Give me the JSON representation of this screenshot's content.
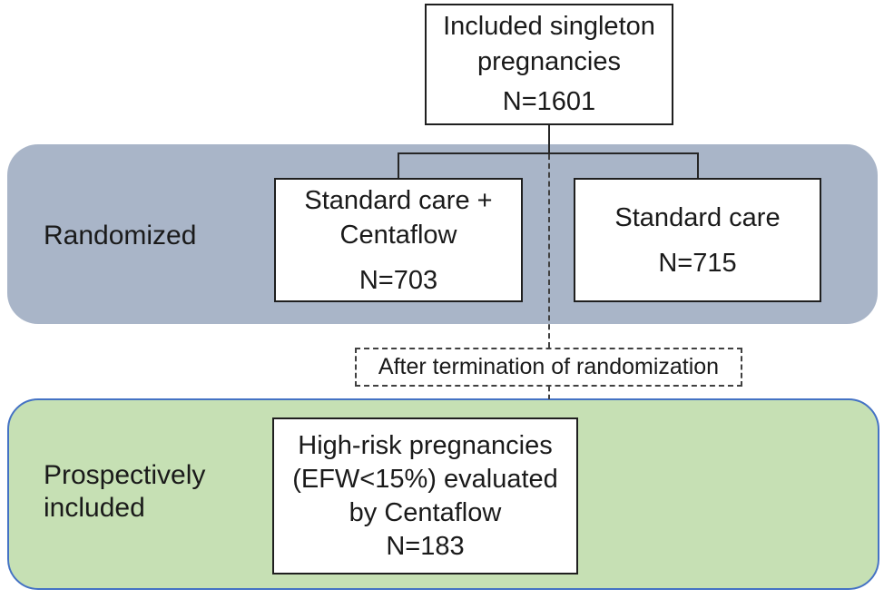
{
  "figure": {
    "included_box": {
      "title": "Included singleton pregnancies",
      "n": "N=1601"
    },
    "connector_note": {
      "label": "After termination of randomization"
    },
    "randomized_section": {
      "label": "Randomized",
      "fill_color": "#a9b5c8",
      "boxes": [
        {
          "title": "Standard care + Centaflow",
          "n": "N=703"
        },
        {
          "title": "Standard care",
          "n": "N=715"
        }
      ]
    },
    "prospective_section": {
      "label": "Prospectively included",
      "fill_color": "#c6e0b4",
      "border_color": "#4472c4",
      "box": {
        "lines": [
          "High-risk pregnancies",
          "(EFW<15%) evaluated",
          "by Centaflow"
        ],
        "n": "N=183"
      }
    }
  }
}
